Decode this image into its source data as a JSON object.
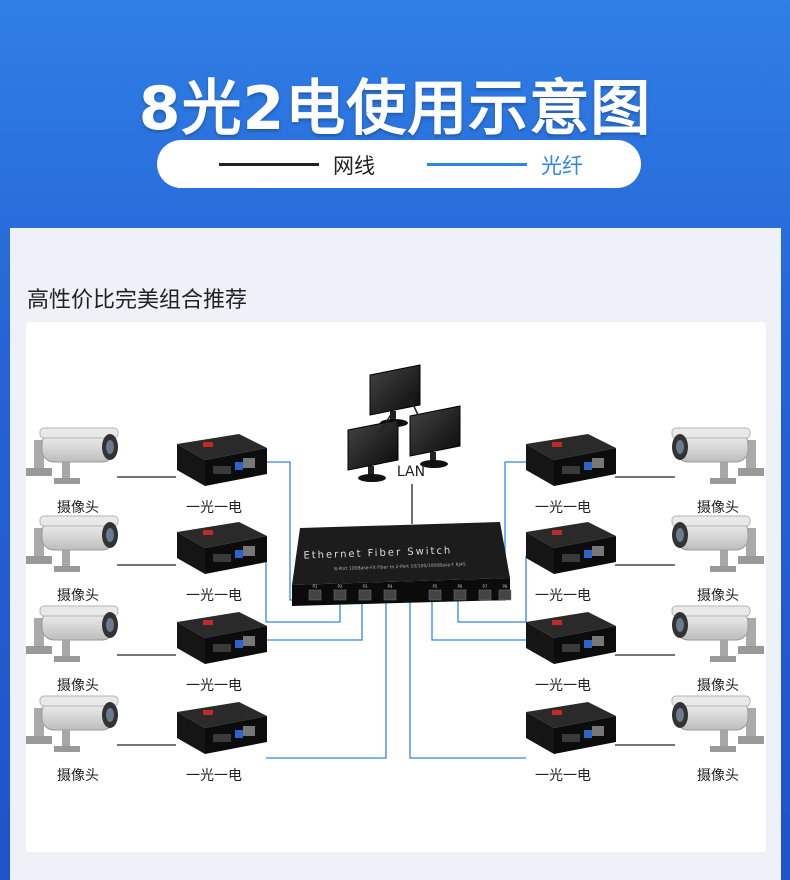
{
  "title": "8光2电使用示意图",
  "legend": {
    "copper_label": "网线",
    "fiber_label": "光纤",
    "copper_color": "#222222",
    "fiber_color": "#2f86e8"
  },
  "subtitle": "高性价比完美组合推荐",
  "diagram": {
    "lan_label": "LAN",
    "switch_label": "Ethernet Fiber Switch",
    "switch_sublabel": "8-Port 100Base-FX Fiber to 2-Port 10/100/1000Base-T RJ45",
    "port_labels": [
      "P1",
      "P2",
      "P3",
      "P4",
      "P5",
      "P6",
      "P7",
      "P8"
    ],
    "camera_label": "摄像头",
    "converter_label": "一光一电",
    "rows_per_side": 4
  }
}
